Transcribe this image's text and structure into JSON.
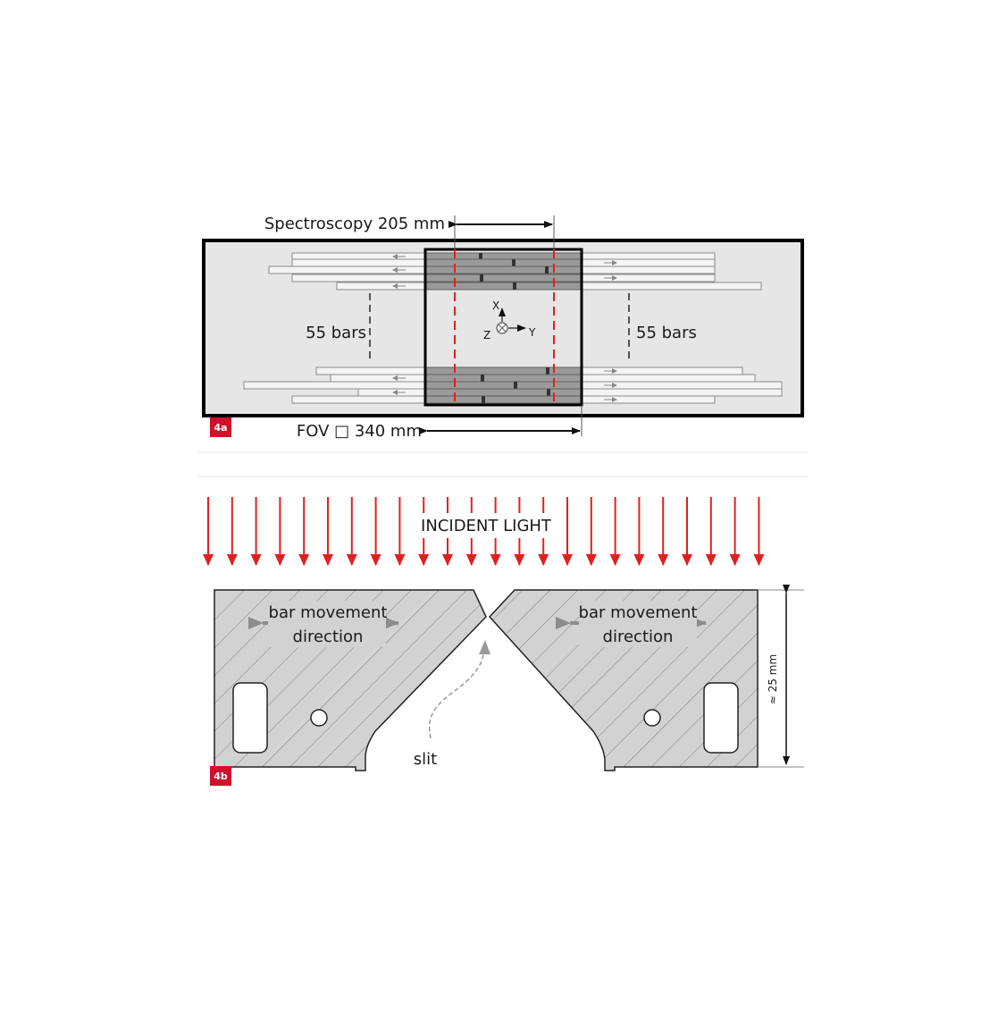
{
  "figure_a": {
    "badge": "4a",
    "spectroscopy_label": "Spectroscopy 205 mm",
    "fov_label": "FOV □ 340 mm",
    "bars_left_label": "55 bars",
    "bars_right_label": "55 bars",
    "axis_x": "X",
    "axis_y": "Y",
    "axis_z": "Z"
  },
  "figure_b": {
    "badge": "4b",
    "incident_label": "INCIDENT LIGHT",
    "movement_left_line1": "bar movement",
    "movement_left_line2": "direction",
    "movement_right_line1": "bar movement",
    "movement_right_line2": "direction",
    "slit_label": "slit",
    "height_label": "≈ 25 mm"
  },
  "colors": {
    "panel_fill": "#e6e6e6",
    "bar_fill": "#f4f4f4",
    "bar_dark": "#8a8a8a",
    "arrow_red": "#e02020",
    "badge_red": "#d0112b",
    "hatch_fill": "#cfcfcf"
  }
}
